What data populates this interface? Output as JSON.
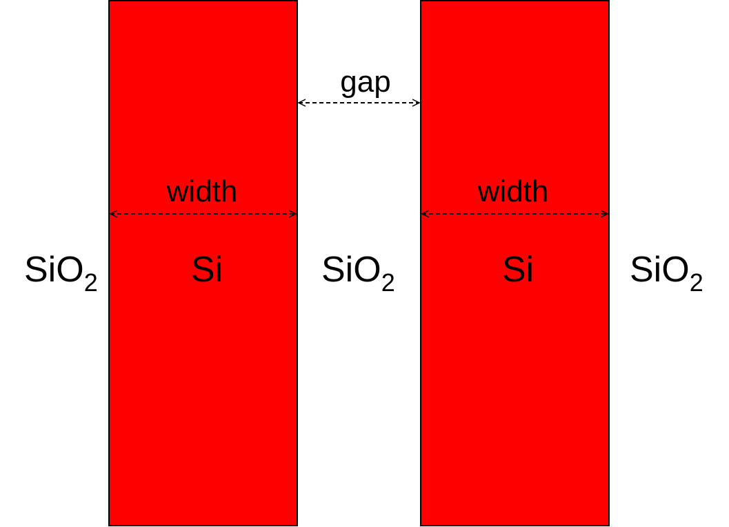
{
  "colors": {
    "silicon_fill": "#ff0000",
    "outline": "#000000",
    "background": "#ffffff"
  },
  "materials": {
    "core": "Si",
    "cladding": "SiO",
    "cladding_subscript": "2"
  },
  "dimensions": {
    "width_label": "width",
    "gap_label": "gap"
  }
}
